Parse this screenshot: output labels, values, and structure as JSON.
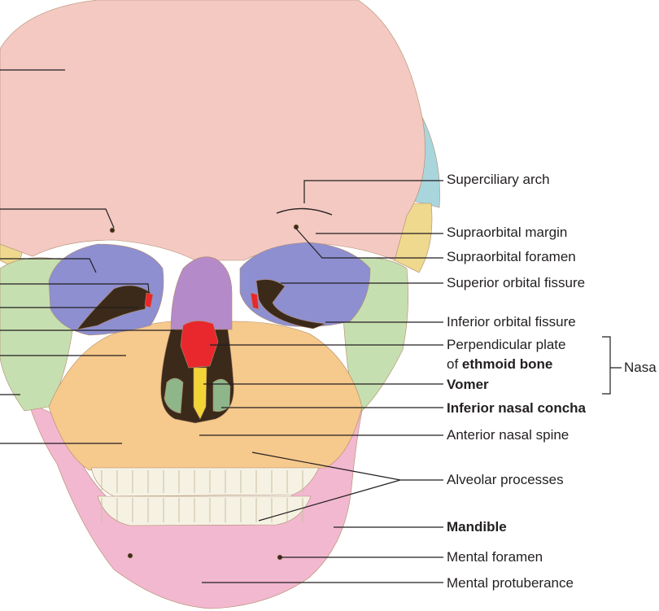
{
  "labels": {
    "superciliary_arch": "Superciliary arch",
    "supraorbital_margin": "Supraorbital margin",
    "supraorbital_foramen": "Supraorbital foramen",
    "superior_orbital_fissure": "Superior orbital fissure",
    "inferior_orbital_fissure": "Inferior orbital fissure",
    "perpendicular_plate_line1": "Perpendicular plate",
    "perpendicular_plate_of": "of ",
    "ethmoid_bone": "ethmoid bone",
    "vomer": "Vomer",
    "inferior_nasal_concha": "Inferior nasal concha",
    "anterior_nasal_spine": "Anterior nasal spine",
    "alveolar_processes": "Alveolar processes",
    "mandible": "Mandible",
    "mental_foramen": "Mental foramen",
    "mental_protuberance": "Mental protuberance",
    "bracket_group": "Nasa"
  },
  "colors": {
    "frontal_bone": "#f3c9c2",
    "maxilla": "#f6c98c",
    "mandible": "#f2b8cf",
    "zygomatic": "#c6dfb0",
    "nasal_bone": "#b48ac8",
    "ethmoid": "#e8282c",
    "vomer": "#f2d437",
    "inferior_concha": "#8fb58a",
    "orbit_fill": "#8e8fd0",
    "temporal": "#eed98e",
    "parietal_edge": "#a9d6dc",
    "teeth": "#f5f2e4",
    "cavity": "#3b2a1a",
    "leader_line": "#231f20"
  }
}
